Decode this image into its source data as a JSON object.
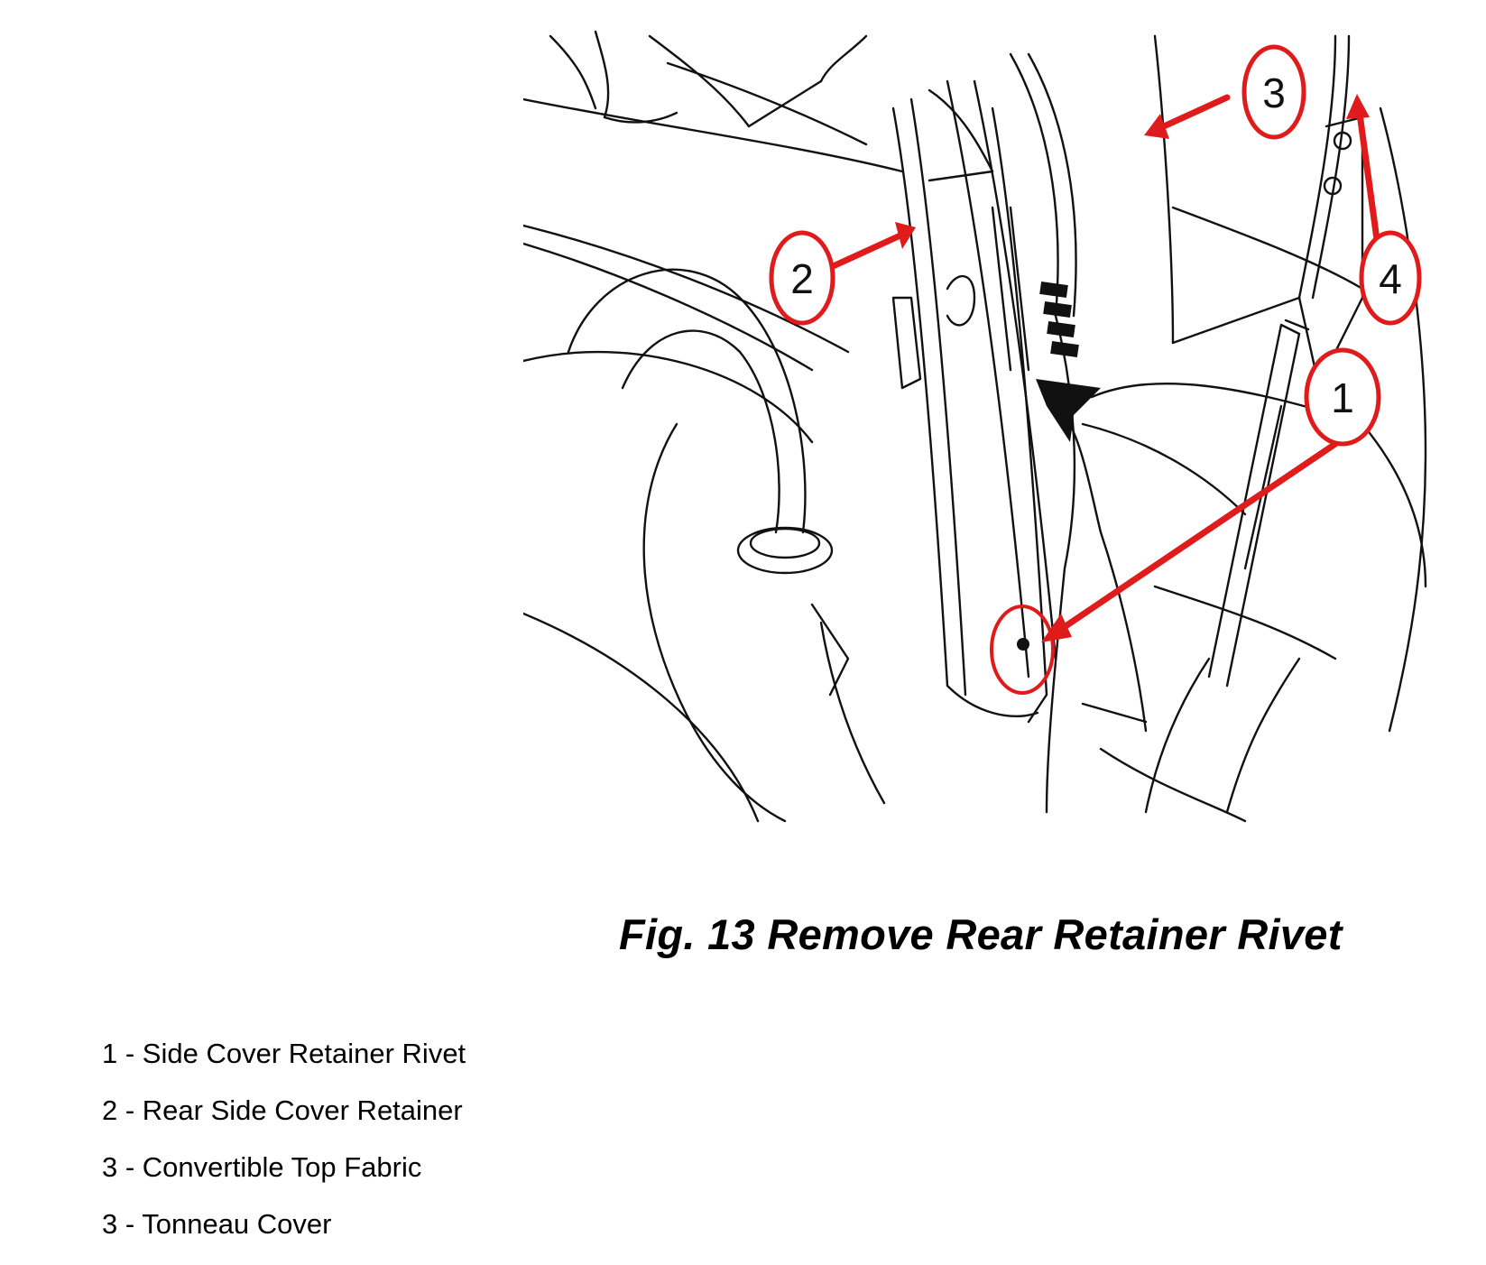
{
  "figure": {
    "caption": "Fig. 13 Remove Rear Retainer Rivet",
    "callouts": [
      {
        "number": "1"
      },
      {
        "number": "2"
      },
      {
        "number": "3"
      },
      {
        "number": "4"
      }
    ],
    "accent_color": "#e01b1b",
    "line_color": "#111111"
  },
  "legend": {
    "items": [
      {
        "label": "1 - Side Cover Retainer Rivet"
      },
      {
        "label": "2 - Rear Side Cover Retainer"
      },
      {
        "label": "3 - Convertible Top Fabric"
      },
      {
        "label": "3 - Tonneau Cover"
      }
    ]
  }
}
